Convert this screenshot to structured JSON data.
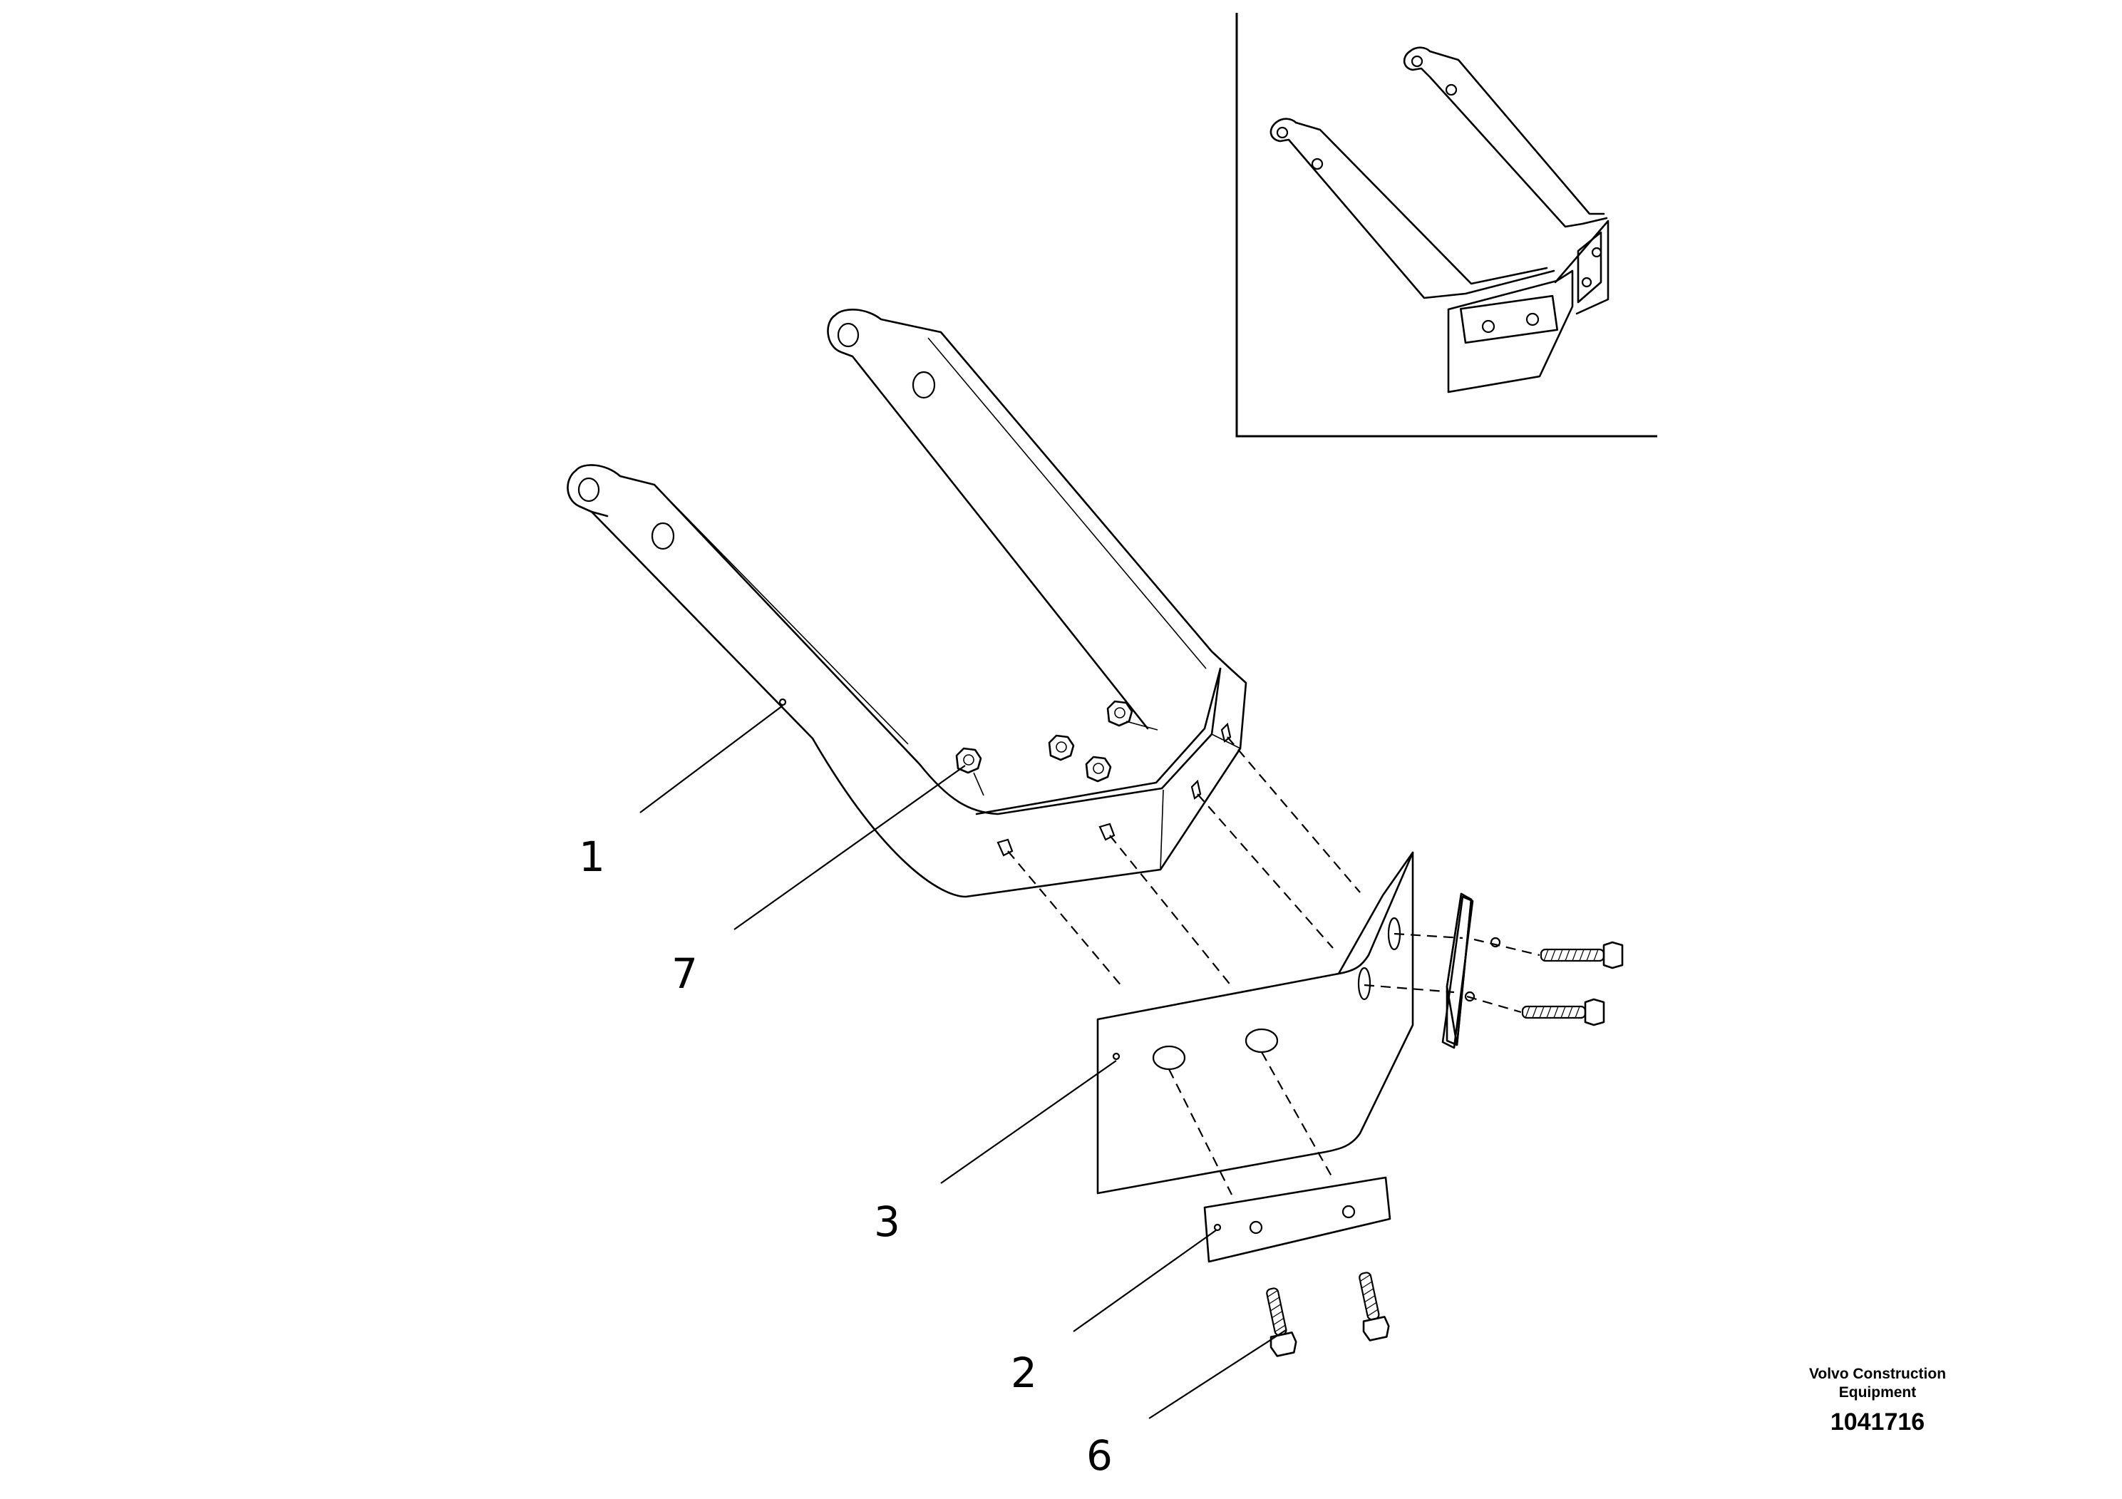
{
  "callouts": [
    {
      "id": "1",
      "label": "1"
    },
    {
      "id": "7",
      "label": "7"
    },
    {
      "id": "3",
      "label": "3"
    },
    {
      "id": "2",
      "label": "2"
    },
    {
      "id": "6",
      "label": "6"
    }
  ],
  "footer": {
    "company_line1": "Volvo Construction",
    "company_line2": "Equipment",
    "drawing_number": "1041716"
  }
}
